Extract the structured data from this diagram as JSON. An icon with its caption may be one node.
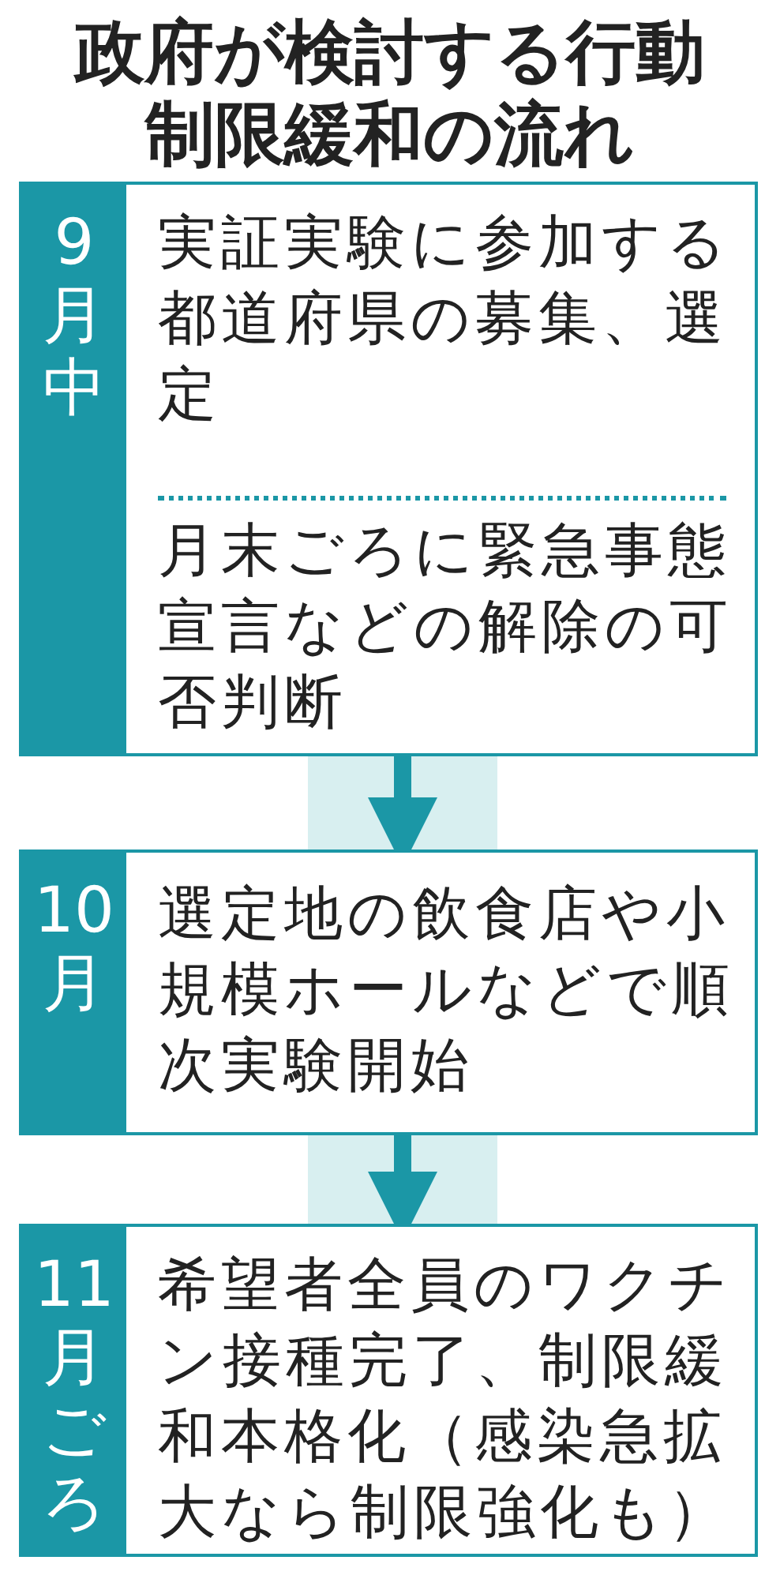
{
  "diagram": {
    "title": "政府が検討する行動制限緩和の流れ",
    "nodes": [
      {
        "text": [
          "9月中",
          "実証実験に参加する都道府県の募集、選定",
          "月末ごろに緊急事態宣言などの解除の可否判断"
        ]
      },
      {
        "text": [
          "10月",
          "選定地の飲食店や小規模ホールなどで順次実験開始"
        ]
      },
      {
        "text": [
          "11月ごろ",
          "希望者全員のワクチン接種完了、制限緩和本格化（感染急拡大なら制限強化も）"
        ]
      }
    ],
    "edges": [
      {
        "from": 0,
        "to": 1,
        "arrow": "to"
      },
      {
        "from": 1,
        "to": 2,
        "arrow": "to"
      }
    ]
  }
}
